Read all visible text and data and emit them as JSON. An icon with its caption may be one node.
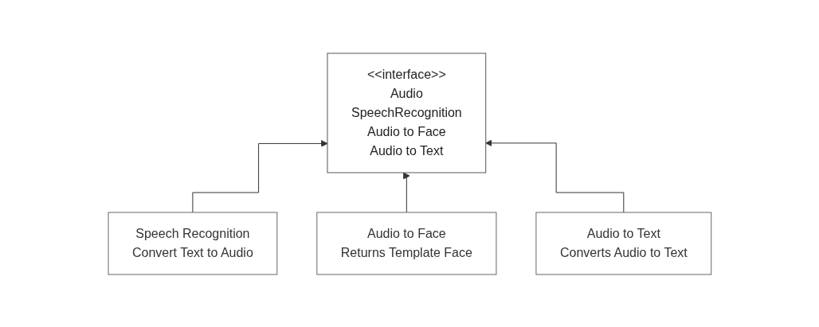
{
  "diagram": {
    "nodes": [
      {
        "text": [
          "<<interface>>",
          "Audio",
          "SpeechRecognition",
          "Audio to Face",
          "Audio to Text"
        ]
      },
      {
        "text": [
          "Speech Recognition",
          "Convert Text to Audio"
        ]
      },
      {
        "text": [
          "Audio to Face",
          "Returns Template Face"
        ]
      },
      {
        "text": [
          "Audio to Text",
          "Converts Audio to Text"
        ]
      }
    ],
    "edges": [
      {
        "from": 1,
        "to": 0,
        "arrow": "to"
      },
      {
        "from": 2,
        "to": 0,
        "arrow": "to"
      },
      {
        "from": 3,
        "to": 0,
        "arrow": "to"
      }
    ]
  }
}
